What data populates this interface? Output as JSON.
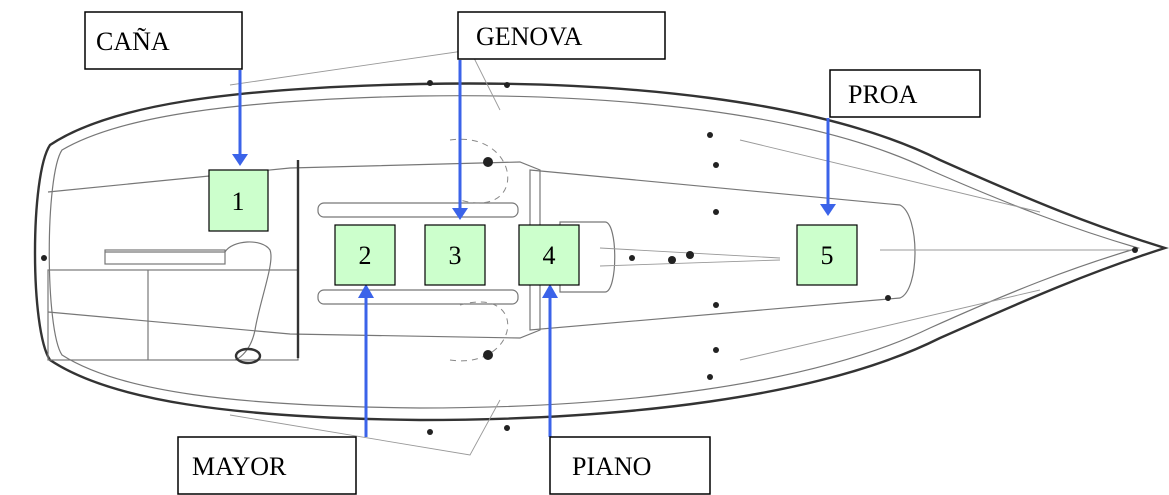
{
  "labels": {
    "cana": "CAÑA",
    "genova": "GENOVA",
    "proa": "PROA",
    "mayor": "MAYOR",
    "piano": "PIANO"
  },
  "positions": [
    "1",
    "2",
    "3",
    "4",
    "5"
  ],
  "colors": {
    "arrow": "#3b63e9",
    "position_fill": "#ccffcc",
    "hull_line": "#333333"
  }
}
